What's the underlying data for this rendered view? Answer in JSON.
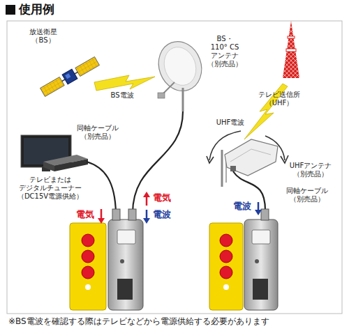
{
  "diagram": {
    "title": "使用例",
    "caption": "※BS電波を確認する際はテレビなどから電源供給する必要があります",
    "labels": [
      "放送衛星 （BS）",
      "BS電波",
      "BS・110° CS アンテナ （別売品）",
      "テレビ送信所 （UHF）",
      "同軸ケーブル （別売品）",
      "UHF電波",
      "UHFアンテナ （別売品）",
      "同軸ケーブル （別売品）",
      "テレビまたは デジタルチューナー （DC15V電源供給）",
      "電気",
      "電気",
      "電波",
      "電波"
    ]
  }
}
